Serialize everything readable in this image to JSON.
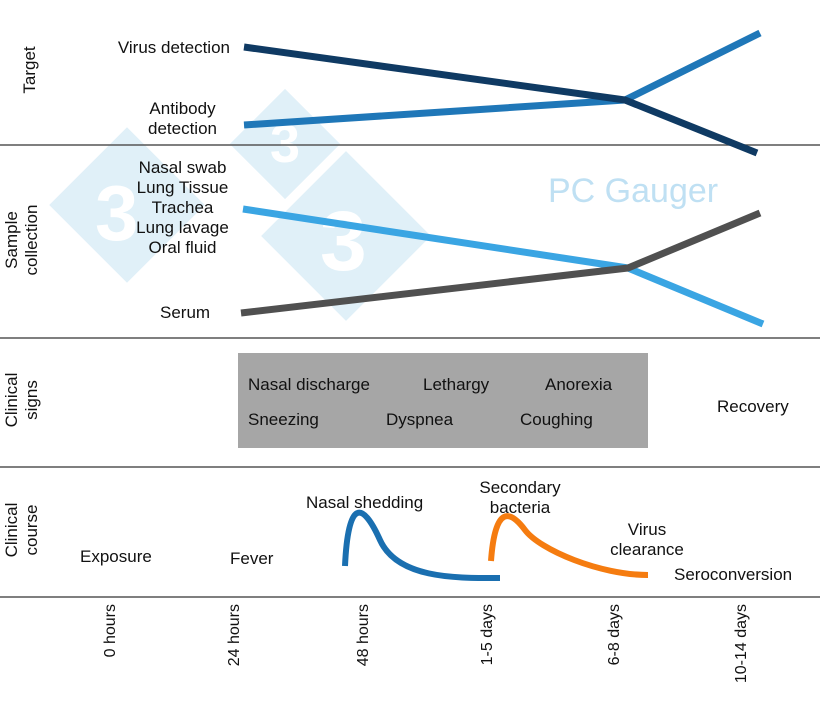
{
  "watermark": {
    "text": "PC Gauger",
    "logo": "333-logo-icon"
  },
  "sections": {
    "target": "Target",
    "sample_collection": [
      "Sample",
      "collection"
    ],
    "clinical_signs": [
      "Clinical",
      "signs"
    ],
    "clinical_course": [
      "Clinical",
      "course"
    ]
  },
  "target_labels": {
    "virus_detection": "Virus detection",
    "antibody_detection": [
      "Antibody",
      "detection"
    ]
  },
  "sample_labels": {
    "respiratory": [
      "Nasal swab",
      "Lung Tissue",
      "Trachea",
      "Lung lavage",
      "Oral fluid"
    ],
    "serum": "Serum"
  },
  "clinical_signs": {
    "row1": [
      "Nasal discharge",
      "Lethargy",
      "Anorexia"
    ],
    "row2": [
      "Sneezing",
      "Dyspnea",
      "Coughing"
    ],
    "recovery": "Recovery"
  },
  "clinical_course": {
    "exposure": "Exposure",
    "fever": "Fever",
    "nasal_shedding": "Nasal shedding",
    "secondary_bacteria": [
      "Secondary",
      "bacteria"
    ],
    "virus_clearance": [
      "Virus",
      "clearance"
    ],
    "seroconversion": "Seroconversion"
  },
  "timeline_ticks": [
    "0 hours",
    "24 hours",
    "48 hours",
    "1-5 days",
    "6-8 days",
    "10-14 days"
  ],
  "colors": {
    "virus_detection": "#0f3a63",
    "antibody_detection": "#1f77b8",
    "respiratory_samples": "#3aa5e3",
    "serum": "#505050",
    "nasal_shedding": "#1a6fb0",
    "secondary_bacteria": "#f57c10",
    "signs_box": "#a6a6a6",
    "divider": "#555555"
  }
}
